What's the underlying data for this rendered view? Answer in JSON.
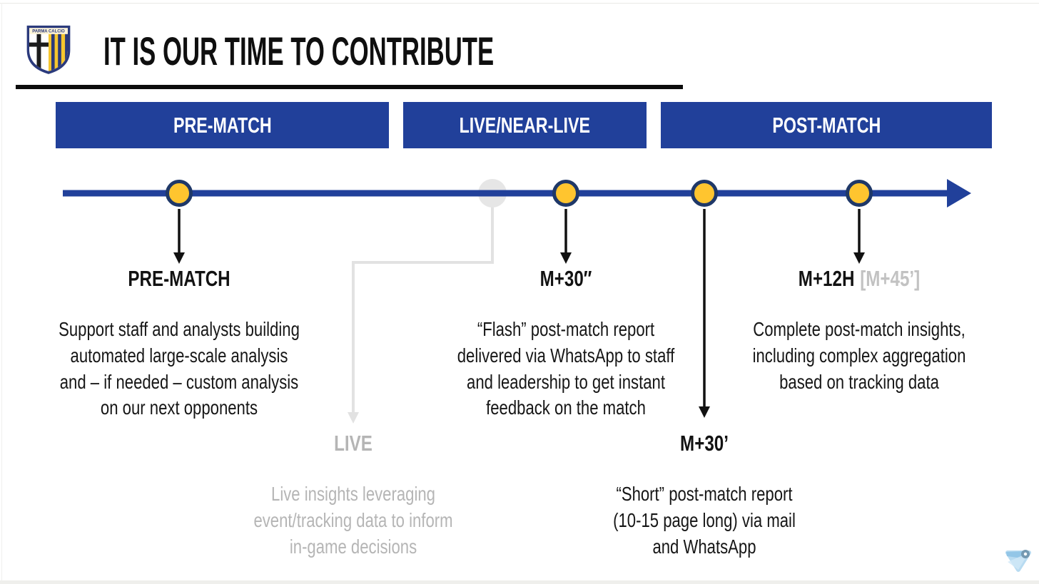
{
  "header": {
    "title": "IT IS OUR TIME TO CONTRIBUTE",
    "crest_banner_text": "PARMA CALCIO"
  },
  "phase_bars": [
    {
      "label": "PRE-MATCH"
    },
    {
      "label": "LIVE/NEAR-LIVE"
    },
    {
      "label": "POST-MATCH"
    }
  ],
  "timeline": {
    "milestones": [
      {
        "key": "pre-match",
        "heading": "PRE-MATCH",
        "body": "Support staff and analysts building\nautomated large-scale analysis\nand – if needed – custom analysis\non our next opponents",
        "emphasis": "primary"
      },
      {
        "key": "live",
        "heading": "LIVE",
        "body": "Live insights leveraging\nevent/tracking data to inform\nin-game decisions",
        "emphasis": "muted"
      },
      {
        "key": "m-plus-30-seconds",
        "heading": "M+30″",
        "body": "“Flash” post-match report\ndelivered via WhatsApp to staff\nand leadership to get instant\nfeedback on the match",
        "emphasis": "primary"
      },
      {
        "key": "m-plus-30-minutes",
        "heading": "M+30’",
        "body": "“Short” post-match report\n(10-15 page long) via mail\nand WhatsApp",
        "emphasis": "primary"
      },
      {
        "key": "m-plus-12-hours",
        "heading": "M+12H",
        "heading_alt": "[M+45’]",
        "body": "Complete post-match insights,\nincluding complex aggregation\nbased on tracking data",
        "emphasis": "primary"
      }
    ]
  },
  "colors": {
    "primary_blue": "#21409A",
    "marker_yellow": "#FFC52F",
    "marker_border_navy": "#1F3868",
    "muted_gray_text": "#B5B5B5",
    "connector_gray": "#E2E2E2",
    "gray_marker": "#E6E6E6",
    "text_black": "#141414"
  }
}
